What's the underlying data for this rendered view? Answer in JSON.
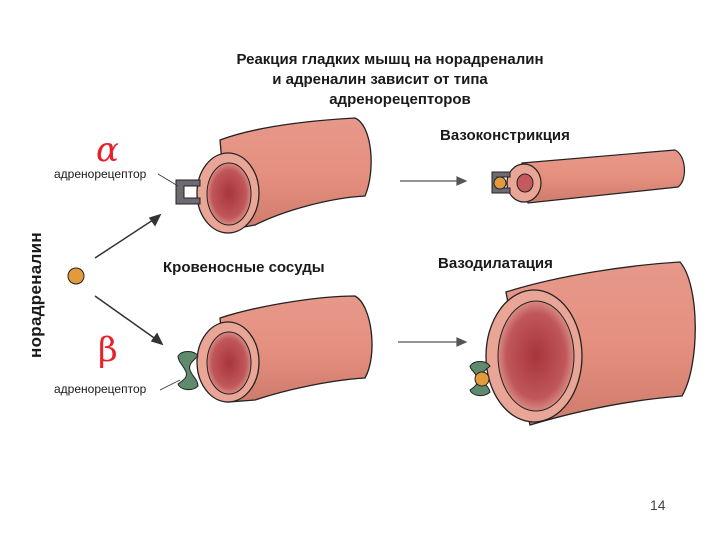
{
  "title": {
    "line1": "Реакция гладких мышц на норадреналин",
    "line2": "и адреналин зависит от типа",
    "line3": "адренорецепторов"
  },
  "ligand_label": "норадреналин",
  "alpha": {
    "symbol": "α",
    "receptor_label": "адренорецептор",
    "effect": "Вазоконстрикция"
  },
  "beta": {
    "symbol": "β",
    "receptor_label": "адренорецептор",
    "effect": "Вазодилатация"
  },
  "vessels_label": "Кровеносные сосуды",
  "page_number": "14",
  "colors": {
    "vessel": "#e08e80",
    "vessel_dark": "#c97466",
    "lumen": "#b8474a",
    "ligand": "#e39a3a",
    "alpha_receptor": "#6e6a73",
    "beta_receptor": "#5f8a6d",
    "greek": "#e8202a"
  }
}
